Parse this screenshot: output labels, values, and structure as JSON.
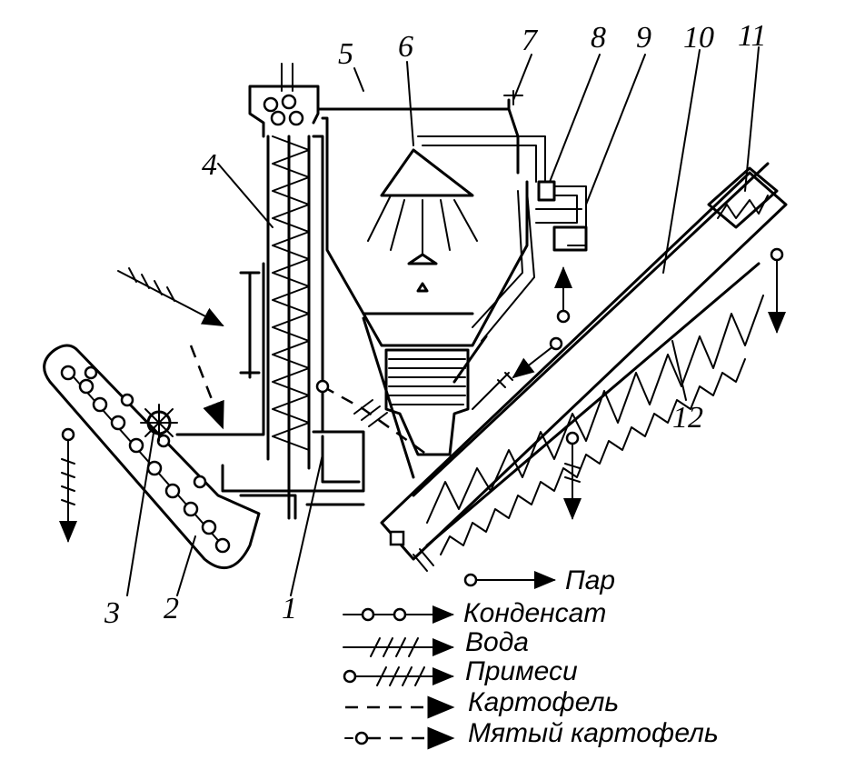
{
  "callouts": {
    "n1": "1",
    "n2": "2",
    "n3": "3",
    "n4": "4",
    "n5": "5",
    "n6": "6",
    "n7": "7",
    "n8": "8",
    "n9": "9",
    "n10": "10",
    "n11": "11",
    "n12": "12"
  },
  "legend": {
    "steam": "Пар",
    "condensate": "Конденсат",
    "water": "Вода",
    "impurities": "Примеси",
    "potato": "Картофель",
    "mashed_potato": "Мятый картофель"
  }
}
